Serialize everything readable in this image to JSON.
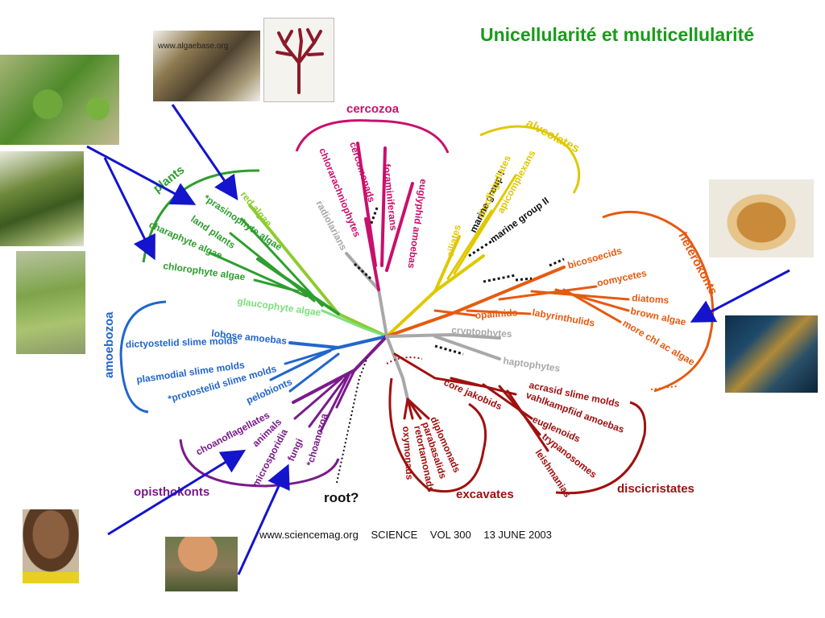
{
  "title": "Unicellularité et multicellularité",
  "photo_caption": "www.algaebase.org",
  "root_label": "root?",
  "citation": {
    "site": "www.sciencemag.org",
    "journal": "SCIENCE",
    "volume": "VOL 300",
    "date": "13 JUNE 2003"
  },
  "colors": {
    "plants": "#2e9e2e",
    "plants_light": "#8ccc30",
    "glauco": "#7de07a",
    "amoebozoa": "#2266cc",
    "opisthokonts": "#7a1a8c",
    "excavates": "#a01010",
    "discicristates": "#a01010",
    "heterokonts": "#e65a10",
    "alveolates": "#e0c800",
    "cercozoa": "#c8106c",
    "grey": "#a8a8a8",
    "arrow": "#1414cc",
    "title": "#1a9a1a"
  },
  "groups": {
    "plants": "plants",
    "cercozoa": "cercozoa",
    "alveolates": "alveolates",
    "heterokonts": "heterokonts",
    "amoebozoa": "amoebozoa",
    "opisthokonts": "opisthokonts",
    "excavates": "excavates",
    "discicristates": "discicristates"
  },
  "taxa": {
    "red_algae": "red algae",
    "prasinophyte": "*prasinophyte algae",
    "land_plants": "land plants",
    "charaphyte": "charaphyte algae",
    "chlorophyte": "chlorophyte algae",
    "glaucophyte": "glaucophyte algae",
    "radiolarians": "radiolarians",
    "chlorarachniophytes": "chlorarachniophytes",
    "cercomonads": "cercomonads",
    "foraminiferans": "foraminiferans",
    "euglyphid": "euglyphid amoebas",
    "ciliates": "ciliates",
    "marine1": "marine group I",
    "dinoflagellates": "dinoflagellates",
    "apicomplexans": "apicomplexans",
    "marine2": "marine group II",
    "bicosoecids": "bicosoecids",
    "oomycetes": "oomycetes",
    "diatoms": "diatoms",
    "brown_algae": "brown algae",
    "more_chl": "more chl ac algae",
    "opalinids": "opalinids",
    "labyrinthulids": "labyrinthulids",
    "cryptophytes": "cryptophytes",
    "haptophytes": "haptophytes",
    "lobose": "lobose amoebas",
    "dictyostelid": "dictyostelid slime molds",
    "plasmodial": "plasmodial slime molds",
    "protostelid": "*protostelid slime molds",
    "pelobionts": "pelobionts",
    "choanoflagellates": "choanoflagellates",
    "animals": "animals",
    "microsporidia": "microsporidia",
    "fungi": "fungi",
    "choanozoa": "*choanozoa",
    "diplomonads": "diplomonads",
    "parabasalids": "parabasalids",
    "retortamonads": "retortamonads",
    "oxymonads": "oxymonads",
    "core_jakobids": "core jakobids",
    "acrasid": "acrasid slime molds",
    "vahlkampfiid": "vahlkampfiid amoebas",
    "euglenoids": "euglenoids",
    "trypanosomes": "trypanosomes",
    "leishmanias": "leishmanias"
  }
}
